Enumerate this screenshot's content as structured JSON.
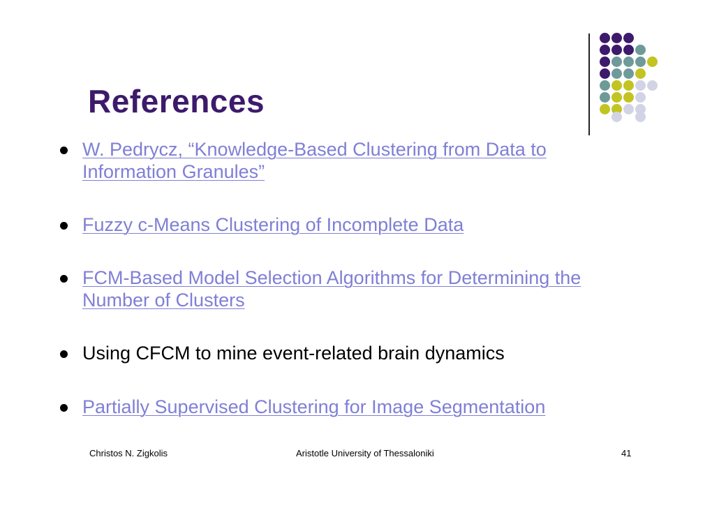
{
  "slide": {
    "title": "References",
    "references": [
      {
        "text": "W. Pedrycz, “Knowledge-Based Clustering from Data to Information Granules”",
        "is_link": true
      },
      {
        "text": "Fuzzy c-Means Clustering of Incomplete Data",
        "is_link": true
      },
      {
        "text": "FCM-Based Model Selection Algorithms for Determining the Number of Clusters",
        "is_link": true
      },
      {
        "text": "Using CFCM to mine event-related brain dynamics",
        "is_link": false
      },
      {
        "text": "Partially Supervised Clustering for Image Segmentation",
        "is_link": true
      }
    ],
    "footer": {
      "author": "Christos N. Zigkolis",
      "institution": "Aristotle University of Thessaloniki",
      "page_number": "41"
    }
  },
  "colors": {
    "title": "#3d1a6b",
    "link": "#7f7fd6",
    "dot_purple": "#3d1a6b",
    "dot_teal": "#6f9a9a",
    "dot_lime": "#c2c421",
    "dot_lavender": "#d3d3e6"
  }
}
